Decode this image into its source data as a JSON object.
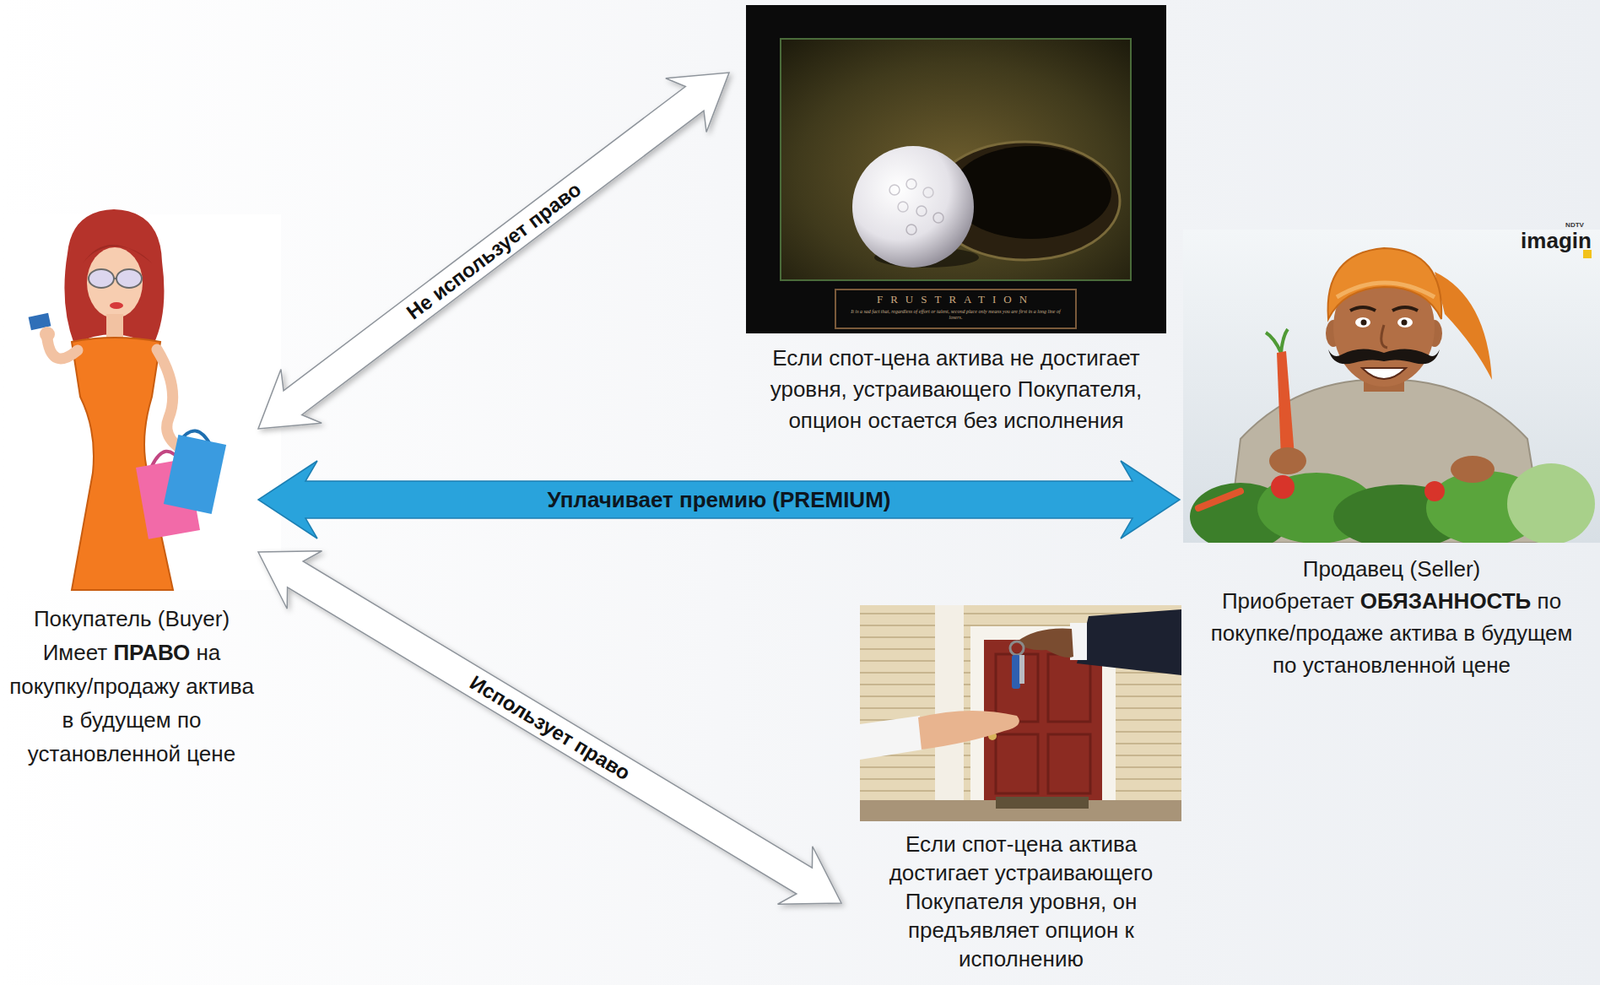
{
  "diagram": {
    "nodes": [
      {
        "text": [
          "Покупатель (Buyer)",
          "Имеет ПРАВО на покупку/продажу актива в будущем по установленной цене"
        ]
      },
      {
        "text": [
          "Если спот-цена актива не достигает уровня, устраивающего Покупателя, опцион остается без исполнения"
        ]
      },
      {
        "text": [
          "Продавец (Seller)",
          "Приобретает ОБЯЗАННОСТЬ по покупке/продаже актива в будущем по установленной цене"
        ]
      },
      {
        "text": [
          "Если спот-цена актива достигает устраивающего Покупателя уровня, он предъявляет опцион к исполнению"
        ]
      }
    ],
    "edges": [
      {
        "from": 0,
        "to": 1,
        "label": "Не использует право",
        "arrow": "both"
      },
      {
        "from": 0,
        "to": 2,
        "label": "Уплачивает премию (PREMIUM)",
        "arrow": "both"
      },
      {
        "from": 0,
        "to": 3,
        "label": "Использует право",
        "arrow": "both"
      }
    ],
    "labels": [
      "FRUSTRATION",
      "It is a sad fact that, regardless of effort or talent, second place only means you are first in a long line of losers.",
      "NDTV",
      "imagin"
    ]
  }
}
